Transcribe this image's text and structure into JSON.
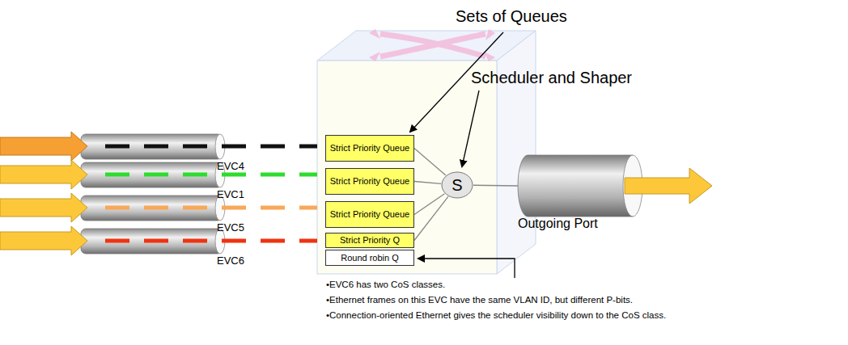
{
  "diagram": {
    "nodes": [
      {
        "text": [
          "Strict Priority Queue"
        ]
      },
      {
        "text": [
          "Strict Priority Queue"
        ]
      },
      {
        "text": [
          "Strict Priority Queue"
        ]
      },
      {
        "text": [
          "Strict Priority Q"
        ]
      },
      {
        "text": [
          "Round robin Q"
        ]
      },
      {
        "text": [
          "S"
        ]
      },
      {
        "text": [
          "Outgoing Port"
        ]
      }
    ],
    "edges": [
      {
        "from": 0,
        "to": 5,
        "arrow": "none"
      },
      {
        "from": 1,
        "to": 5,
        "arrow": "none"
      },
      {
        "from": 2,
        "to": 5,
        "arrow": "none"
      },
      {
        "from": 3,
        "to": 5,
        "arrow": "none"
      },
      {
        "from": 5,
        "to": 6,
        "arrow": "none"
      }
    ],
    "labels": [
      "Sets of Queues",
      "Scheduler and Shaper",
      "EVC4",
      "EVC1",
      "EVC5",
      "EVC6",
      "•EVC6 has two CoS classes.",
      "•Ethernet frames on this EVC have the same VLAN ID, but different P-bits.",
      "•Connection-oriented Ethernet gives the scheduler visibility down to the CoS class."
    ]
  }
}
